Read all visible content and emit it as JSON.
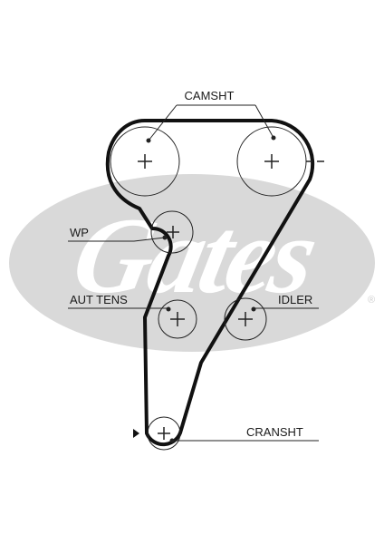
{
  "watermark": {
    "brand": "Gates",
    "registered_mark": "®",
    "color": "#d9d9d9"
  },
  "diagram": {
    "belt_color": "#111111",
    "line_color": "#222222",
    "components": {
      "camshaft": {
        "label": "CAMSHT"
      },
      "water_pump": {
        "label": "WP"
      },
      "auto_tensioner": {
        "label": "AUT TENS"
      },
      "idler": {
        "label": "IDLER"
      },
      "crankshaft": {
        "label": "CRANSHT"
      }
    }
  }
}
